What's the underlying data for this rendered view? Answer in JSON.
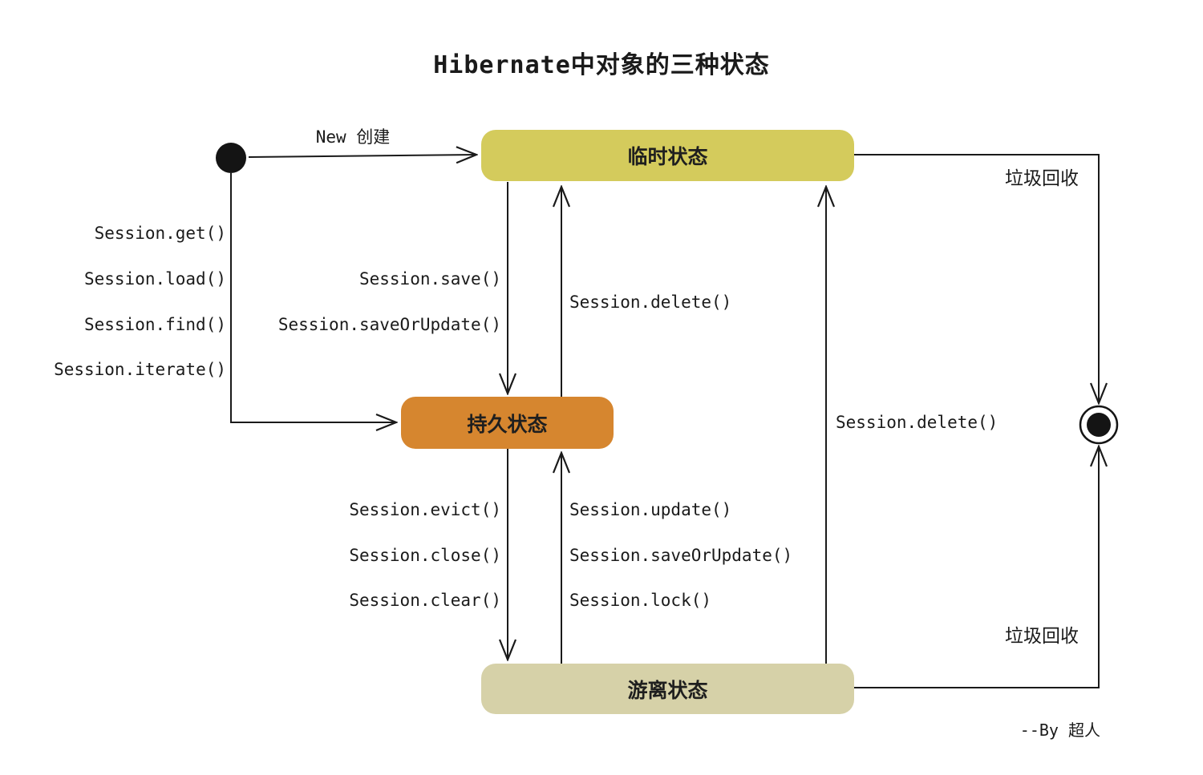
{
  "title": "Hibernate中对象的三种状态",
  "colors": {
    "transient": "#d4cb5c",
    "persistent": "#d6862f",
    "detached": "#d6d1a8",
    "line": "#1a1a1a"
  },
  "states": {
    "transient": "临时状态",
    "persistent": "持久状态",
    "detached": "游离状态"
  },
  "transitions": {
    "new_create": "New 创建",
    "load_methods": [
      "Session.get()",
      "Session.load()",
      "Session.find()",
      "Session.iterate()"
    ],
    "save_methods": [
      "Session.save()",
      "Session.saveOrUpdate()"
    ],
    "delete_from_persistent": "Session.delete()",
    "evict_methods": [
      "Session.evict()",
      "Session.close()",
      "Session.clear()"
    ],
    "update_methods": [
      "Session.update()",
      "Session.saveOrUpdate()",
      "Session.lock()"
    ],
    "delete_from_detached": "Session.delete()",
    "gc_top": "垃圾回收",
    "gc_bottom": "垃圾回收"
  },
  "signature": "--By 超人"
}
